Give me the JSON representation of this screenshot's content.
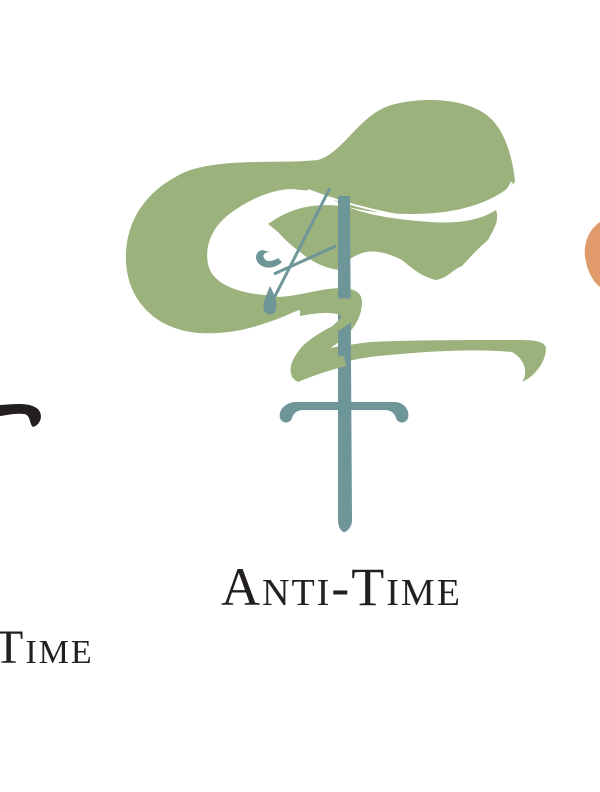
{
  "logo": {
    "wordmark": "Anti-Time",
    "partial_wordmark": "Time",
    "colors": {
      "green": "#9cb27d",
      "teal": "#6e9597",
      "dark": "#231f20",
      "orange": "#e09a6c",
      "background": "#ffffff"
    },
    "icons": [
      "hourglass-a-woman-profile-emblem",
      "sword-icon"
    ]
  }
}
